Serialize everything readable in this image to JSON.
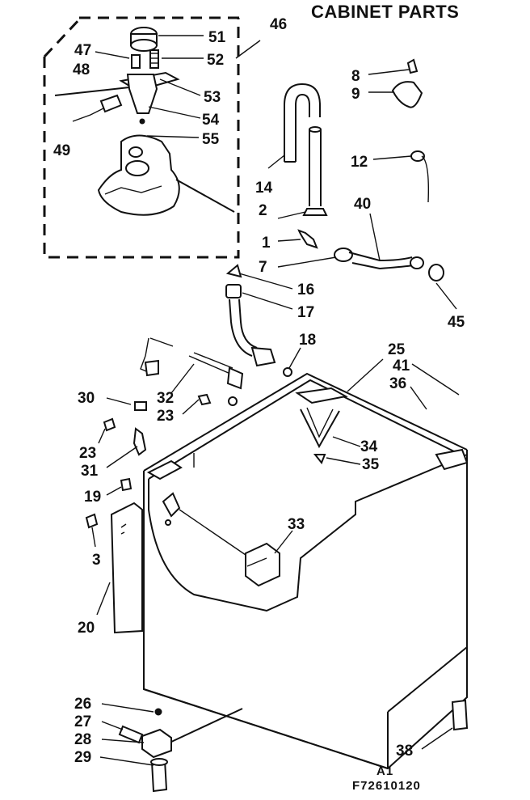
{
  "title": "CABINET PARTS",
  "footer": {
    "line1": "A1",
    "line2": "F72610120"
  },
  "callouts": {
    "c46": "46",
    "c47": "47",
    "c48": "48",
    "c49": "49",
    "c51": "51",
    "c52": "52",
    "c53": "53",
    "c54": "54",
    "c55": "55",
    "c8": "8",
    "c9": "9",
    "c12": "12",
    "c14": "14",
    "c40": "40",
    "c2": "2",
    "c1": "1",
    "c7": "7",
    "c45": "45",
    "c16": "16",
    "c17": "17",
    "c18": "18",
    "c25": "25",
    "c41": "41",
    "c36": "36",
    "c30": "30",
    "c32": "32",
    "c23a": "23",
    "c23b": "23",
    "c31": "31",
    "c34": "34",
    "c35": "35",
    "c19": "19",
    "c3": "3",
    "c33": "33",
    "c20": "20",
    "c26": "26",
    "c27": "27",
    "c28": "28",
    "c29": "29",
    "c38": "38"
  }
}
